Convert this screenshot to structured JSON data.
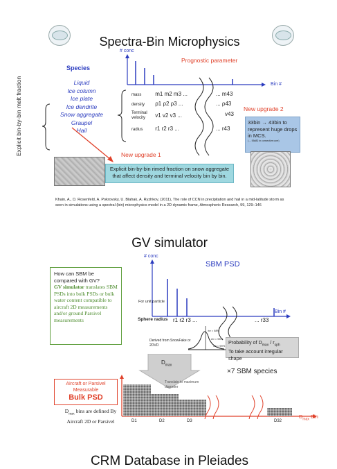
{
  "slide1": {
    "title": "Spectra-Bin Microphysics",
    "vertical_label": "Explicit bin-by-bin melt fraction",
    "species_title": "Species",
    "species": [
      "Liquid",
      "Ice column",
      "Ice plate",
      "Ice dendrite",
      "Snow aggregate",
      "Graupel",
      "Hail"
    ],
    "axis_y": "# conc",
    "axis_x": "Bin #",
    "prognostic": "Prognostic parameter",
    "rows": [
      {
        "label": "mass",
        "v": "m1  m2  m3 ...",
        "end": "...  m43"
      },
      {
        "label": "density",
        "v": "ρ1   ρ2   ρ3 ...",
        "end": "...  ρ43"
      },
      {
        "label": "Terminal velocity",
        "v": "v1   v2   v3 ...",
        "end": "v43"
      },
      {
        "label": "radius",
        "v": "r1   r2   r3 ...",
        "end": "...  r43"
      }
    ],
    "upgrade2_title": "New upgrade 2",
    "upgrade2_text": "33bin → 43bin to represent huge drops in MCS.",
    "upgrade2_note": "(→ 55d82 in convective core)",
    "upgrade1_title": "New upgrade 1",
    "upgrade1_text": "Explicit bin-by-bin rimed fraction on snow aggregate that affect density and terminal velocity bin by bin.",
    "reference": "Khain, A., D. Rosenfeld, A. Pokrovsky, U. Blahak, A. Ryzhkov, (2011), The role of CCN in precipitation and hail in a mid-latitude storm as seen in simulations using a spectral (bin) microphysics model in a 2D dynamic frame, Atmospheric Research, 99, 129–146"
  },
  "slide2": {
    "title": "GV simulator",
    "question": "How can SBM be compared with GV?",
    "gv_bold": "GV simulator",
    "gv_text": " translates SBM PSDs into bulk PSDs or bulk water content compatible to aircraft 2D measurements and/or ground Parsivel measurements",
    "axis_y": "# conc",
    "sbm_psd": "SBM PSD",
    "axis_x": "Bin #",
    "unit_particle": "For unit particle",
    "sphere_radius": "Sphere radius",
    "radius_vals": "r1   r2   r3 ...",
    "radius_end": "...  r33",
    "derived": "Derived from SnowFake or 2DVD",
    "pct1": "±σ = 68%",
    "pct2": "2σ = 95%",
    "pct3": "3σ = 99%",
    "prob_text": "Probability of D",
    "prob_sub": "max",
    "prob_text2": " / r",
    "prob_sub2": "sph",
    "prob_line2": "To take account irregular shape",
    "dmax": "D",
    "dmax_sub": "max",
    "species_count": "×7 SBM species",
    "aircraft": "Aircraft or Parsivel Measurable",
    "bulk_psd": "Bulk PSD",
    "translate": "Translate to maximum diameter",
    "dmax_bins": "D",
    "dmax_bins_sub": "max",
    "dmax_bins_text": " bins are defined By Aircraft 2D or Parsivel",
    "bins": [
      "D1",
      "D2",
      "D3",
      "D32"
    ],
    "dmax_bin_label": "D",
    "dmax_bin_sub": "max",
    "dmax_bin_text": " Bin"
  },
  "slide3": {
    "title": "CRM Database in Pleiades"
  }
}
